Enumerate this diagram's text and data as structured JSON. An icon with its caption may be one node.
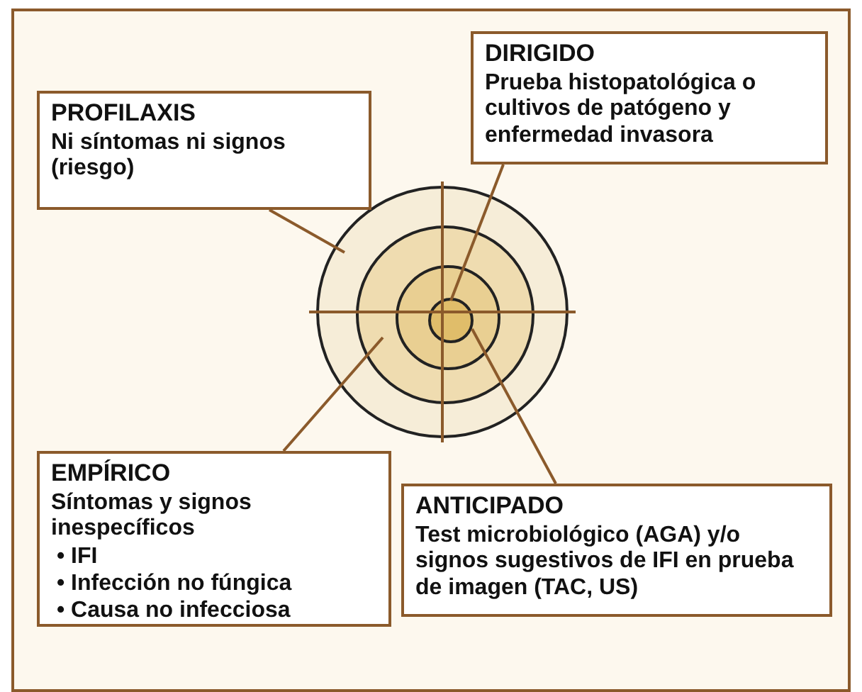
{
  "diagram": {
    "nodes": [
      {
        "text": [
          "PROFILAXIS",
          "Ni síntomas ni signos (riesgo)"
        ]
      },
      {
        "text": [
          "DIRIGIDO",
          "Prueba histopatológica o cultivos de patógeno y enfermedad invasora"
        ]
      },
      {
        "text": [
          "EMPÍRICO",
          "Síntomas y signos inespecíficos",
          "• IFI",
          "• Infección no fúngica",
          "• Causa no infecciosa"
        ]
      },
      {
        "text": [
          "ANTICIPADO",
          "Test microbiológico (AGA) y/o signos sugestivos de IFI en prueba de imagen (TAC, US)"
        ]
      },
      {
        "text": [],
        "shape": "circle"
      },
      {
        "text": [],
        "shape": "circle",
        "in": 4
      },
      {
        "text": [],
        "shape": "circle",
        "in": 5
      },
      {
        "text": [],
        "shape": "circle",
        "in": 6
      }
    ],
    "edges": [
      {
        "from": 0,
        "to": 4,
        "arrow": "none"
      },
      {
        "from": 1,
        "to": 7,
        "arrow": "none"
      },
      {
        "from": 2,
        "to": 5,
        "arrow": "none"
      },
      {
        "from": 3,
        "to": 6,
        "arrow": "none"
      }
    ]
  }
}
